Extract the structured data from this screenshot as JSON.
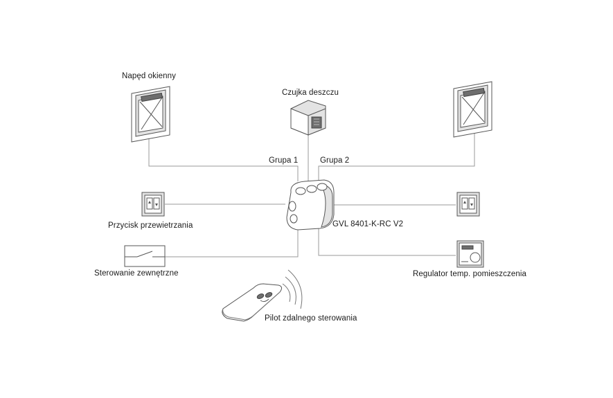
{
  "labels": {
    "naped": "Napęd okienny",
    "czujka": "Czujka deszczu",
    "grupa1": "Grupa 1",
    "grupa2": "Grupa 2",
    "controller": "GVL 8401-K-RC V2",
    "przycisk": "Przycisk przewietrzania",
    "sterowanie": "Sterowanie zewnętrzne",
    "regulator": "Regulator temp. pomieszczenia",
    "pilot": "Pilot zdalnego sterowania"
  },
  "icons": {
    "window_left": "window-actuator-icon",
    "window_right": "window-actuator-icon",
    "rain_sensor": "rain-sensor-icon",
    "controller": "controller-unit-icon",
    "vent_button_left": "wall-switch-icon",
    "vent_button_right": "wall-switch-icon",
    "external_switch": "switch-contact-icon",
    "thermostat": "thermostat-icon",
    "remote": "remote-control-icon"
  }
}
